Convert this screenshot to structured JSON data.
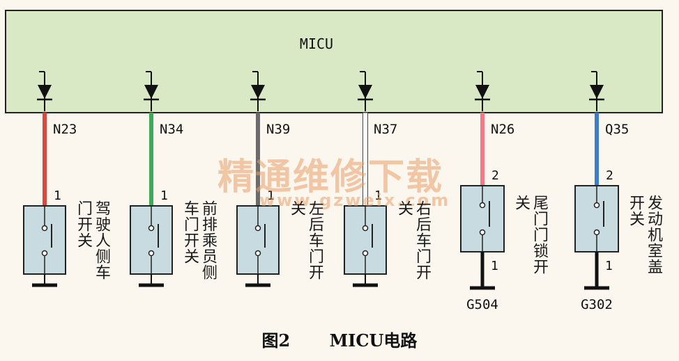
{
  "module": {
    "label": "MICU",
    "fill": "#d9e9c6"
  },
  "switch_fill": "#c7dbe0",
  "watermark": {
    "main": "精通维修下载",
    "url": "www.gzweix.com"
  },
  "caption": {
    "figure": "图2",
    "title": "MICU电路"
  },
  "circuits": [
    {
      "terminal": "N23",
      "wire_color": "#d64a3f",
      "pin_top": "1",
      "pin_bottom": "",
      "ground": "",
      "label": "驾驶人侧车门开关"
    },
    {
      "terminal": "N34",
      "wire_color": "#3fa957",
      "pin_top": "1",
      "pin_bottom": "",
      "ground": "",
      "label": "前排乘员侧车门开关"
    },
    {
      "terminal": "N39",
      "wire_color": "#6b6b6b",
      "pin_top": "1",
      "pin_bottom": "",
      "ground": "",
      "label": "左后车门开关"
    },
    {
      "terminal": "N37",
      "wire_color": "#ffffff",
      "pin_top": "1",
      "pin_bottom": "",
      "ground": "",
      "label": "右后车门开关"
    },
    {
      "terminal": "N26",
      "wire_color": "#f07a86",
      "pin_top": "2",
      "pin_bottom": "1",
      "ground": "G504",
      "label": "尾门门锁开关"
    },
    {
      "terminal": "Q35",
      "wire_color": "#3d7cc9",
      "pin_top": "2",
      "pin_bottom": "1",
      "ground": "G302",
      "label": "发动机室盖开关"
    }
  ]
}
